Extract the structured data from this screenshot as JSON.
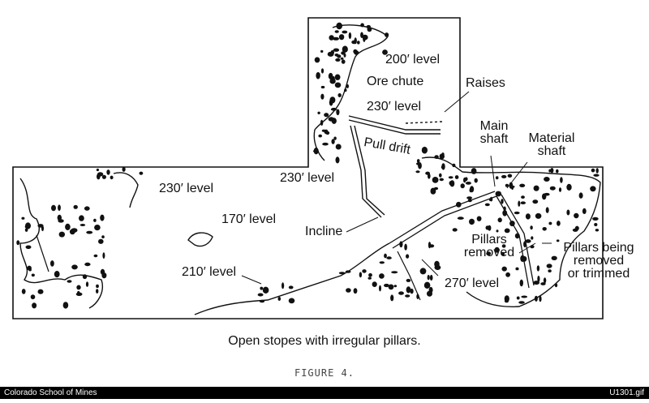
{
  "labels": {
    "level_200": "200′ level",
    "ore_chute": "Ore chute",
    "raises": "Raises",
    "level_230_top": "230′ level",
    "main_shaft": "Main\nshaft",
    "material_shaft": "Material\nshaft",
    "pull_drift": "Pull drift",
    "level_230_mid": "230′ level",
    "level_230_left": "230′ level",
    "level_170": "170′ level",
    "incline": "Incline",
    "pillars_removed": "Pillars\nremoved",
    "pillars_being_removed": "Pillars being\nremoved\nor trimmed",
    "level_210": "210′ level",
    "level_270": "270′ level"
  },
  "caption": "Open stopes with irregular pillars.",
  "figure_label": "FIGURE 4.",
  "footer": {
    "left": "Colorado School of Mines",
    "right": "U1301.gif"
  }
}
